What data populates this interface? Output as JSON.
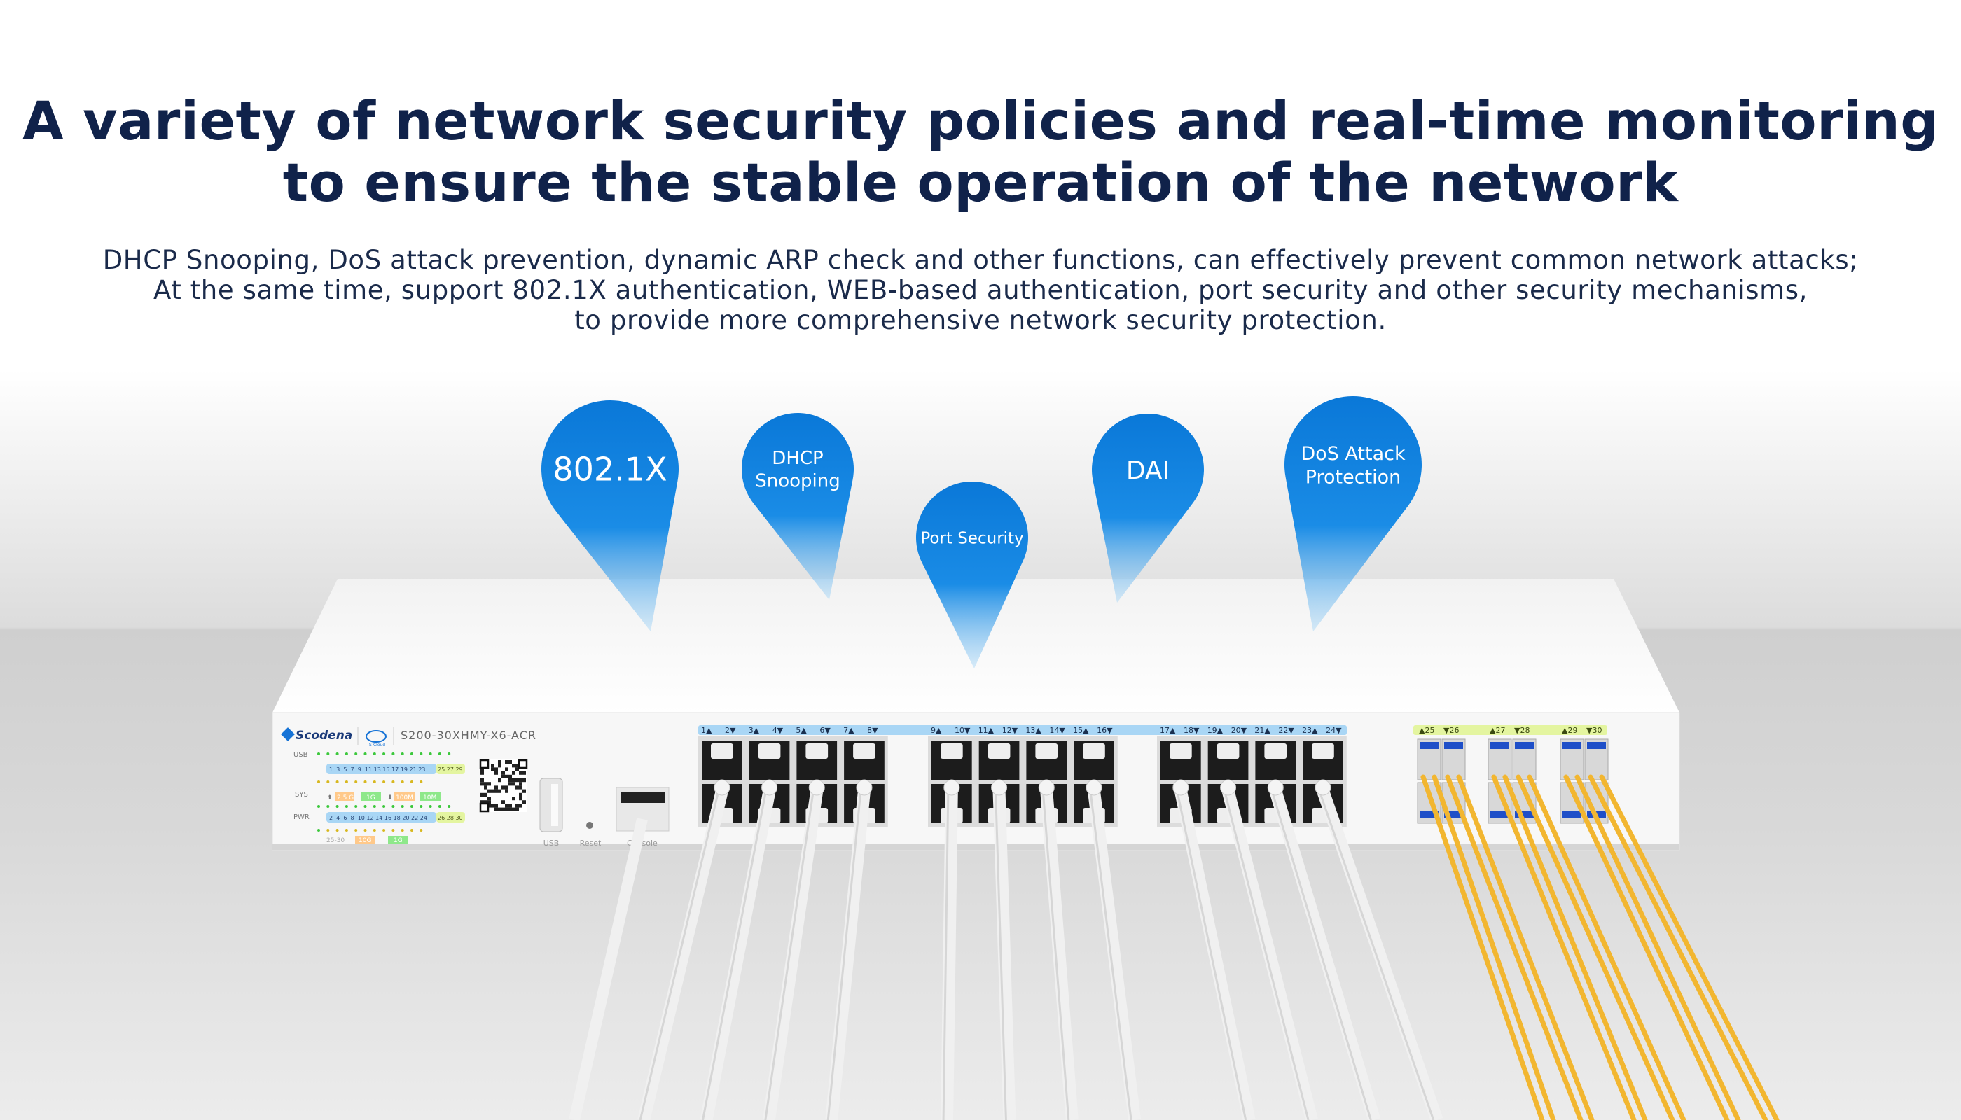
{
  "headline": {
    "line1": "A variety of network security policies and real-time monitoring",
    "line2": "to ensure the stable operation of the network"
  },
  "description": {
    "line1": "DHCP Snooping, DoS attack prevention, dynamic ARP check and other functions, can effectively prevent common network attacks;",
    "line2": "At the same time, support 802.1X authentication, WEB-based authentication, port security and other security mechanisms,",
    "line3": "to provide more comprehensive network security protection."
  },
  "features": [
    {
      "lines": [
        "802.1X"
      ]
    },
    {
      "lines": [
        "DHCP",
        "Snooping"
      ]
    },
    {
      "lines": [
        "Port Security"
      ]
    },
    {
      "lines": [
        "DAI"
      ]
    },
    {
      "lines": [
        "DoS Attack",
        "Protection"
      ]
    }
  ],
  "device": {
    "brand": "Scodena",
    "cloud": "S-Cloud",
    "model": "S200-30XHMY-X6-ACR",
    "led_labels": {
      "usb": "USB",
      "sys": "SYS",
      "pwr": "PWR"
    },
    "odd_ports": "1  3  5  7  9  11 13 15 17 19 21 23",
    "odd_sfp": "25 27 29",
    "even_ports": "2  4  6  8  10 12 14 16 18 20 22 24",
    "even_sfp": "26 28 30",
    "speed_up": "2.5 G",
    "speed_1g": "1G",
    "speed_100m": "100M",
    "speed_10m": "10M",
    "sfp_range": "25-30",
    "sfp_10g": "10G",
    "sfp_1g": "1G",
    "usb_label": "USB",
    "reset_label": "Reset",
    "console_label": "Console",
    "port_labels": [
      "1▲",
      "2▼",
      "3▲",
      "4▼",
      "5▲",
      "6▼",
      "7▲",
      "8▼",
      "9▲",
      "10▼",
      "11▲",
      "12▼",
      "13▲",
      "14▼",
      "15▲",
      "16▼",
      "17▲",
      "18▼",
      "19▲",
      "20▼",
      "21▲",
      "22▼",
      "23▲",
      "24▼"
    ],
    "sfp_labels": [
      "▲25",
      "▼26",
      "▲27",
      "▼28",
      "▲29",
      "▼30"
    ]
  },
  "colors": {
    "title": "#10224a",
    "pin": "#0a78d8",
    "copper_strip": "#a9d6f5",
    "sfp_strip": "#e4f5a0",
    "fiber": "#f2b630"
  }
}
